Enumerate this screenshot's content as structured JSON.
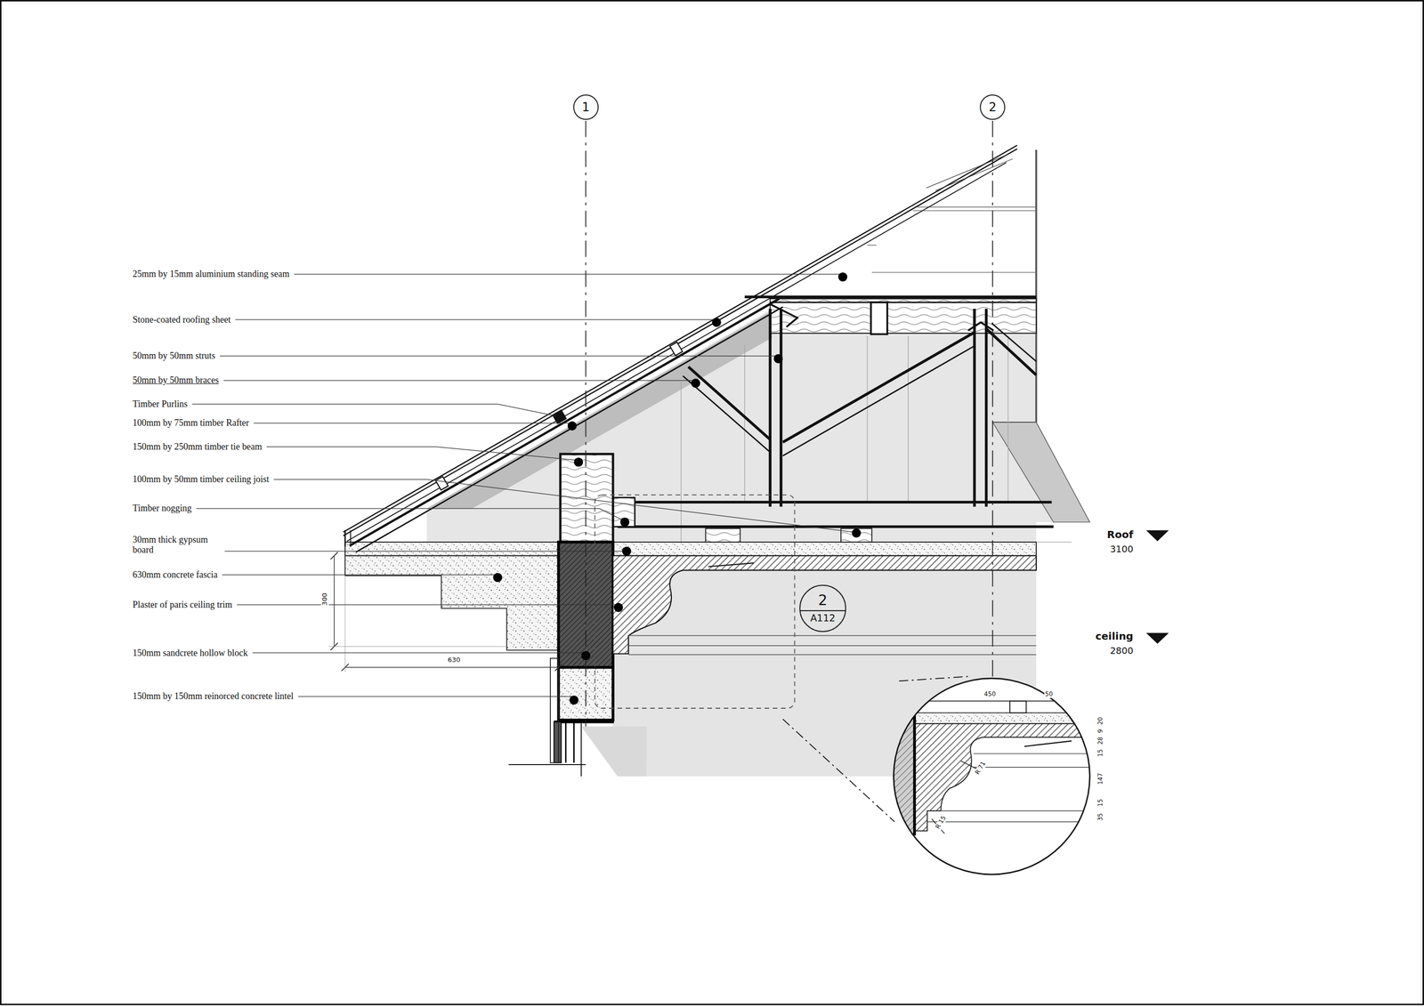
{
  "diagram": {
    "nodes": [
      {
        "text": [
          "1"
        ]
      },
      {
        "text": [
          "2"
        ]
      },
      {
        "text": [
          "2",
          "A112"
        ]
      }
    ],
    "labels": [
      "25mm by 15mm aluminium standing seam",
      "Stone-coated roofing sheet",
      "50mm by 50mm struts",
      "50mm by 50mm braces",
      "Timber Purlins",
      "100mm by 75mm timber Rafter",
      "150mm by 250mm timber tie beam",
      "100mm by 50mm timber ceiling joist",
      "Timber nogging",
      "30mm thick gypsum board",
      "630mm concrete fascia",
      "Plaster of paris ceiling trim",
      "150mm sandcrete hollow block",
      "150mm by 150mm reinorced concrete lintel",
      "300",
      "630",
      "Roof",
      "3100",
      "ceiling",
      "2800",
      "450",
      "50",
      "20",
      "9",
      "28",
      "15",
      "147",
      "15",
      "35",
      "R 71",
      "R 15"
    ]
  }
}
